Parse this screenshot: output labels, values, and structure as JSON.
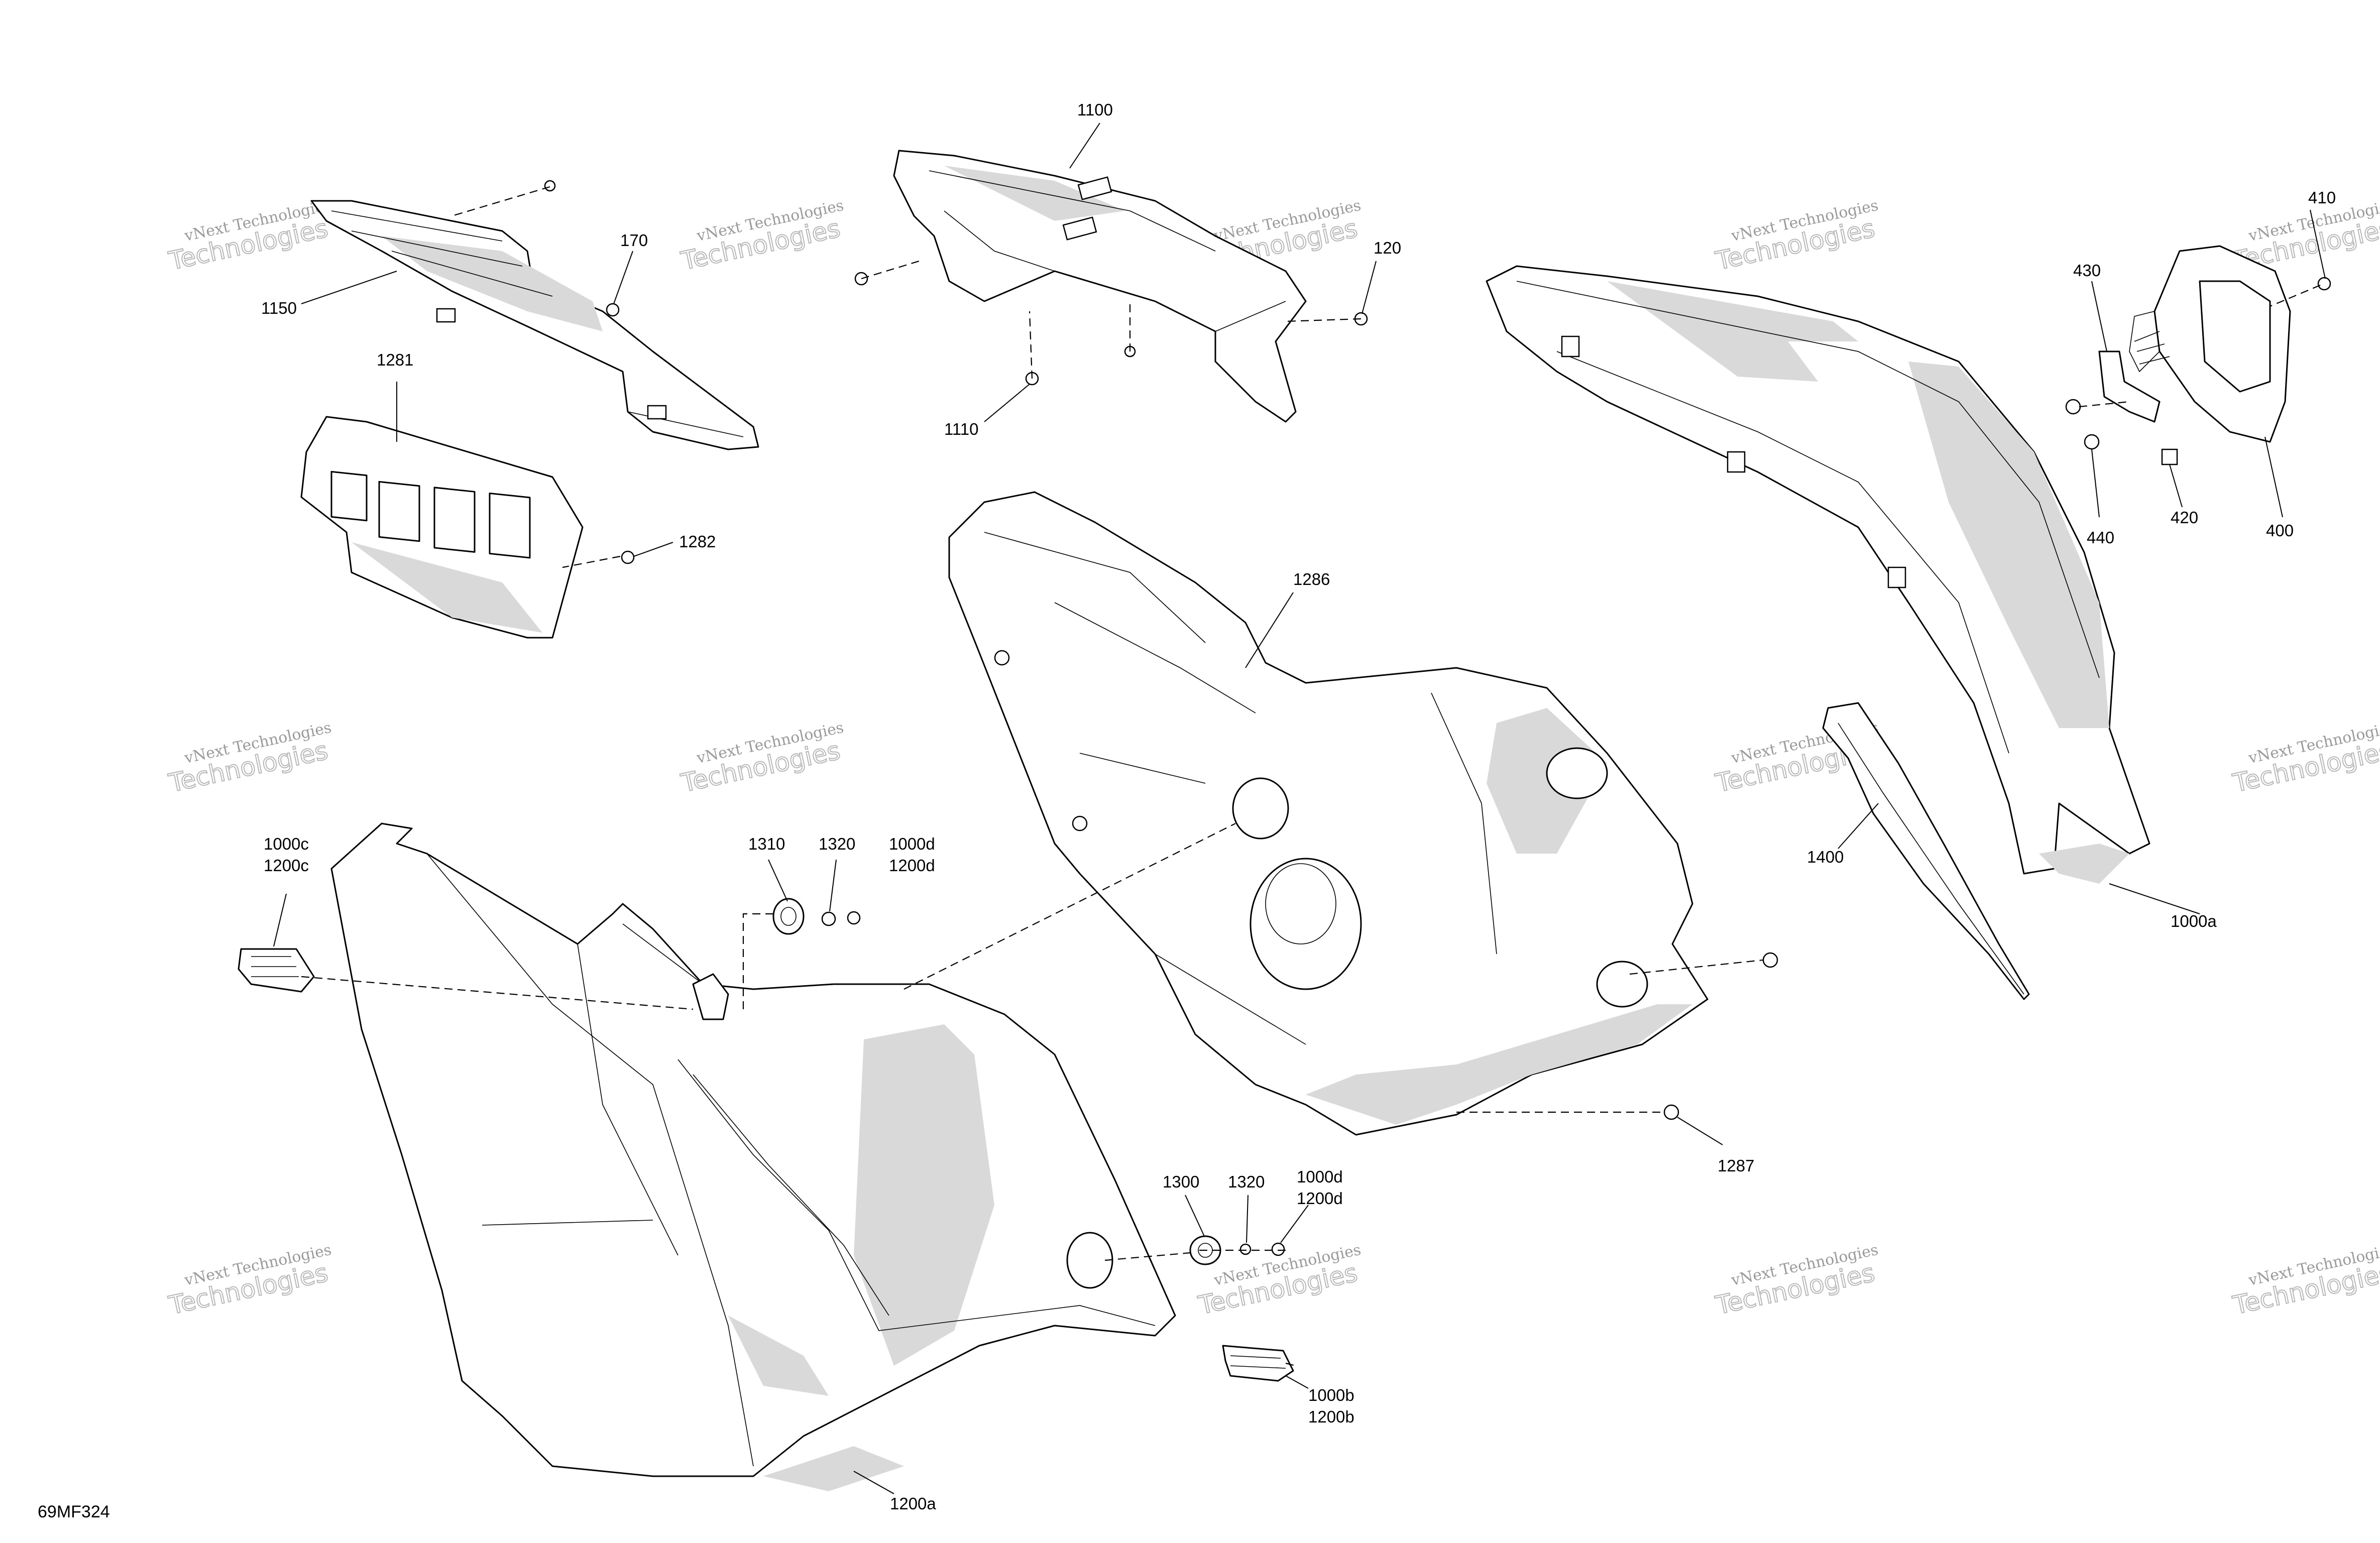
{
  "drawing": {
    "code": "69MF324",
    "watermark_line1": "vNext Technologies",
    "watermark_line2": "Technologies"
  },
  "callouts": [
    {
      "id": "c1100",
      "lines": [
        "1100"
      ]
    },
    {
      "id": "c1150",
      "lines": [
        "1150"
      ]
    },
    {
      "id": "c170",
      "lines": [
        "170"
      ]
    },
    {
      "id": "c1281",
      "lines": [
        "1281"
      ]
    },
    {
      "id": "c1282",
      "lines": [
        "1282"
      ]
    },
    {
      "id": "c120",
      "lines": [
        "120"
      ]
    },
    {
      "id": "c1110",
      "lines": [
        "1110"
      ]
    },
    {
      "id": "c1286",
      "lines": [
        "1286"
      ]
    },
    {
      "id": "c410",
      "lines": [
        "410"
      ]
    },
    {
      "id": "c430",
      "lines": [
        "430"
      ]
    },
    {
      "id": "c440",
      "lines": [
        "440"
      ]
    },
    {
      "id": "c420",
      "lines": [
        "420"
      ]
    },
    {
      "id": "c400",
      "lines": [
        "400"
      ]
    },
    {
      "id": "c1400",
      "lines": [
        "1400"
      ]
    },
    {
      "id": "c1000a",
      "lines": [
        "1000a"
      ]
    },
    {
      "id": "c1000c",
      "lines": [
        "1000c",
        "1200c"
      ]
    },
    {
      "id": "c1310",
      "lines": [
        "1310"
      ]
    },
    {
      "id": "c1320a",
      "lines": [
        "1320"
      ]
    },
    {
      "id": "c1000d_a",
      "lines": [
        "1000d",
        "1200d"
      ]
    },
    {
      "id": "c1287",
      "lines": [
        "1287"
      ]
    },
    {
      "id": "c1300",
      "lines": [
        "1300"
      ]
    },
    {
      "id": "c1320b",
      "lines": [
        "1320"
      ]
    },
    {
      "id": "c1000d_b",
      "lines": [
        "1000d",
        "1200d"
      ]
    },
    {
      "id": "c1000b",
      "lines": [
        "1000b",
        "1200b"
      ]
    },
    {
      "id": "c1200a",
      "lines": [
        "1200a"
      ]
    }
  ]
}
